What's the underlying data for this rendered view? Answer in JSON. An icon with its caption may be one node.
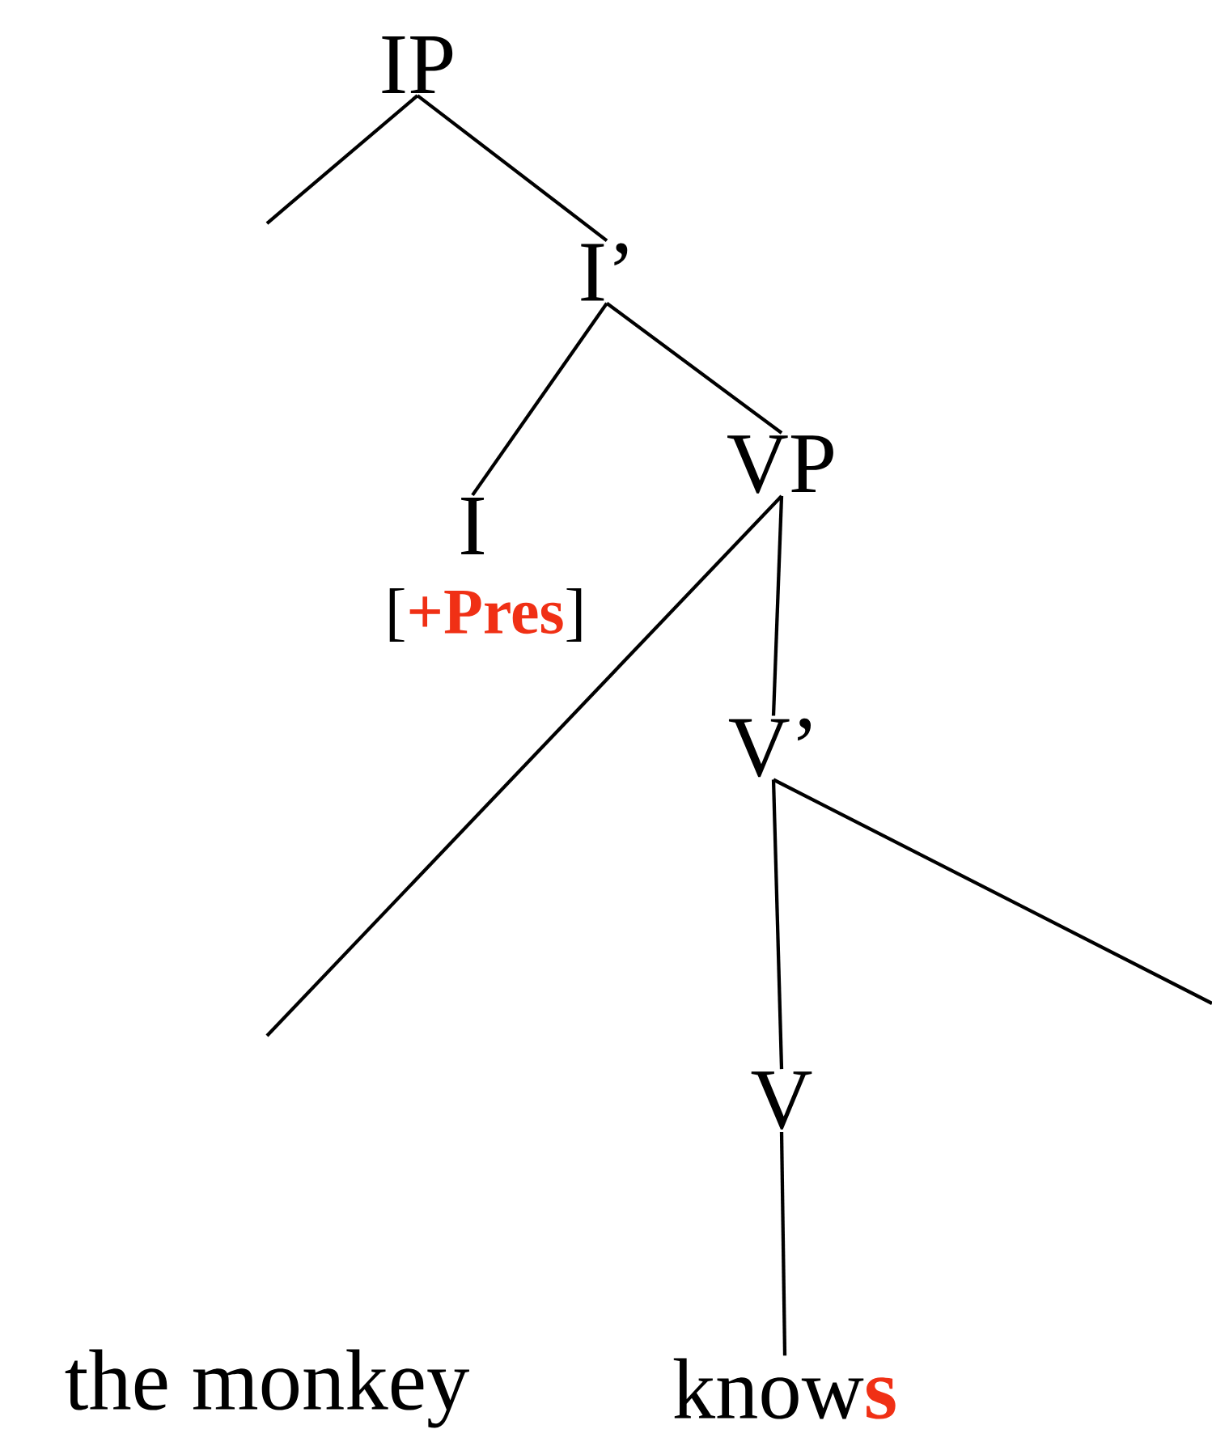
{
  "diagram": {
    "nodes": [
      {
        "text": [
          "IP"
        ]
      },
      {
        "text": [
          "I’"
        ]
      },
      {
        "text": [
          "I"
        ],
        "beside": [
          "[**+Pres**]"
        ]
      },
      {
        "text": [
          "VP"
        ]
      },
      {
        "text": [
          "V’"
        ]
      },
      {
        "text": [
          "V"
        ]
      },
      {
        "text": [
          "know**s**"
        ]
      }
    ],
    "edges": [
      {
        "from": 0,
        "to": null,
        "arrow": "none"
      },
      {
        "from": 0,
        "to": 1,
        "arrow": "none"
      },
      {
        "from": 1,
        "to": 2,
        "arrow": "none"
      },
      {
        "from": 1,
        "to": 3,
        "arrow": "none"
      },
      {
        "from": 3,
        "to": null,
        "arrow": "none"
      },
      {
        "from": 3,
        "to": 4,
        "arrow": "none"
      },
      {
        "from": 4,
        "to": 5,
        "arrow": "none"
      },
      {
        "from": 4,
        "to": null,
        "arrow": "none"
      },
      {
        "from": 5,
        "to": 6,
        "arrow": "none"
      }
    ],
    "labels": [
      "the monkey"
    ]
  }
}
